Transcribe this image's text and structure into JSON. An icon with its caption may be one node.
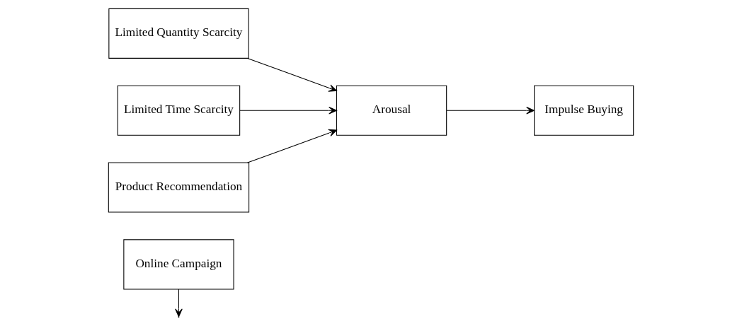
{
  "diagram": {
    "nodes": [
      {
        "text": [
          "Online Campaign"
        ]
      },
      {
        "text": [
          "Limited Quantity Scarcity"
        ]
      },
      {
        "text": [
          "Limited Time Scarcity"
        ]
      },
      {
        "text": [
          "Product Recommendation"
        ]
      },
      {
        "text": [
          "Arousal"
        ]
      },
      {
        "text": [
          "Impulse Buying"
        ]
      }
    ],
    "edges": [
      {
        "from": 1,
        "to": 4,
        "arrow": "to"
      },
      {
        "from": 2,
        "to": 4,
        "arrow": "to"
      },
      {
        "from": 3,
        "to": 4,
        "arrow": "to"
      },
      {
        "from": 4,
        "to": 5,
        "arrow": "to"
      },
      {
        "from": 0,
        "to": null,
        "arrow": "to"
      }
    ]
  }
}
